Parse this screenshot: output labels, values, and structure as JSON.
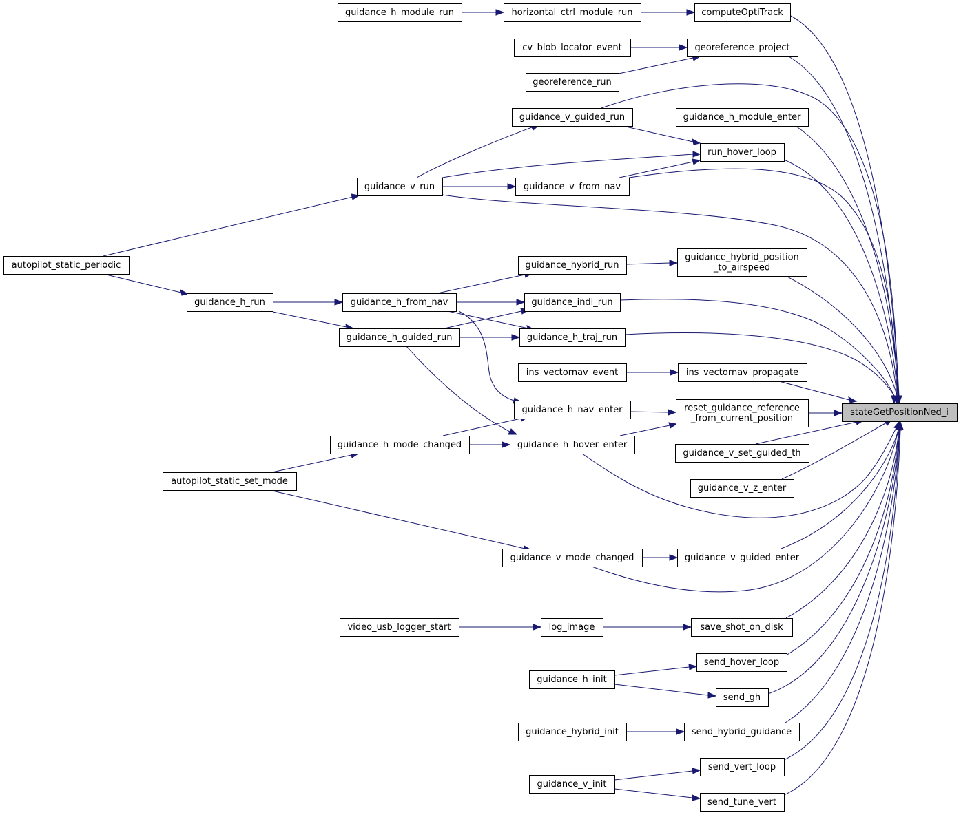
{
  "diagram": {
    "type": "call-graph",
    "target": "stateGetPositionNed_i",
    "colors": {
      "edge": "#191970",
      "node_border": "#000000",
      "node_fill": "#ffffff",
      "target_fill": "#bfbfbf"
    },
    "nodes": [
      {
        "id": "n0",
        "lines": [
          "stateGetPositionNed_i"
        ]
      },
      {
        "id": "n1",
        "lines": [
          "computeOptiTrack"
        ]
      },
      {
        "id": "n2",
        "lines": [
          "horizontal_ctrl_module_run"
        ]
      },
      {
        "id": "n3",
        "lines": [
          "guidance_h_module_run"
        ]
      },
      {
        "id": "n4",
        "lines": [
          "georeference_project"
        ]
      },
      {
        "id": "n5",
        "lines": [
          "cv_blob_locator_event"
        ]
      },
      {
        "id": "n6",
        "lines": [
          "georeference_run"
        ]
      },
      {
        "id": "n7",
        "lines": [
          "guidance_v_guided_run"
        ]
      },
      {
        "id": "n8",
        "lines": [
          "guidance_v_run"
        ]
      },
      {
        "id": "n9",
        "lines": [
          "autopilot_static_periodic"
        ]
      },
      {
        "id": "n10",
        "lines": [
          "guidance_h_module_enter"
        ]
      },
      {
        "id": "n11",
        "lines": [
          "run_hover_loop"
        ]
      },
      {
        "id": "n12",
        "lines": [
          "guidance_v_from_nav"
        ]
      },
      {
        "id": "n13",
        "lines": [
          "guidance_hybrid_position",
          "_to_airspeed"
        ]
      },
      {
        "id": "n14",
        "lines": [
          "guidance_hybrid_run"
        ]
      },
      {
        "id": "n15",
        "lines": [
          "guidance_h_from_nav"
        ]
      },
      {
        "id": "n16",
        "lines": [
          "guidance_h_run"
        ]
      },
      {
        "id": "n17",
        "lines": [
          "guidance_indi_run"
        ]
      },
      {
        "id": "n18",
        "lines": [
          "guidance_h_guided_run"
        ]
      },
      {
        "id": "n19",
        "lines": [
          "guidance_h_traj_run"
        ]
      },
      {
        "id": "n20",
        "lines": [
          "ins_vectornav_propagate"
        ]
      },
      {
        "id": "n21",
        "lines": [
          "ins_vectornav_event"
        ]
      },
      {
        "id": "n22",
        "lines": [
          "reset_guidance_reference",
          "_from_current_position"
        ]
      },
      {
        "id": "n23",
        "lines": [
          "guidance_h_nav_enter"
        ]
      },
      {
        "id": "n24",
        "lines": [
          "guidance_h_mode_changed"
        ]
      },
      {
        "id": "n25",
        "lines": [
          "autopilot_static_set_mode"
        ]
      },
      {
        "id": "n26",
        "lines": [
          "guidance_h_hover_enter"
        ]
      },
      {
        "id": "n27",
        "lines": [
          "guidance_v_set_guided_th"
        ]
      },
      {
        "id": "n28",
        "lines": [
          "guidance_v_z_enter"
        ]
      },
      {
        "id": "n29",
        "lines": [
          "guidance_v_guided_enter"
        ]
      },
      {
        "id": "n30",
        "lines": [
          "guidance_v_mode_changed"
        ]
      },
      {
        "id": "n31",
        "lines": [
          "save_shot_on_disk"
        ]
      },
      {
        "id": "n32",
        "lines": [
          "log_image"
        ]
      },
      {
        "id": "n33",
        "lines": [
          "video_usb_logger_start"
        ]
      },
      {
        "id": "n34",
        "lines": [
          "send_hover_loop"
        ]
      },
      {
        "id": "n35",
        "lines": [
          "guidance_h_init"
        ]
      },
      {
        "id": "n36",
        "lines": [
          "send_gh"
        ]
      },
      {
        "id": "n37",
        "lines": [
          "send_hybrid_guidance"
        ]
      },
      {
        "id": "n38",
        "lines": [
          "guidance_hybrid_init"
        ]
      },
      {
        "id": "n39",
        "lines": [
          "send_vert_loop"
        ]
      },
      {
        "id": "n40",
        "lines": [
          "guidance_v_init"
        ]
      },
      {
        "id": "n41",
        "lines": [
          "send_tune_vert"
        ]
      }
    ],
    "edges": [
      {
        "from": "n1",
        "to": "n0"
      },
      {
        "from": "n2",
        "to": "n1"
      },
      {
        "from": "n3",
        "to": "n2"
      },
      {
        "from": "n4",
        "to": "n0"
      },
      {
        "from": "n5",
        "to": "n4"
      },
      {
        "from": "n6",
        "to": "n4"
      },
      {
        "from": "n7",
        "to": "n0"
      },
      {
        "from": "n7",
        "to": "n11"
      },
      {
        "from": "n8",
        "to": "n7"
      },
      {
        "from": "n9",
        "to": "n8"
      },
      {
        "from": "n8",
        "to": "n11"
      },
      {
        "from": "n8",
        "to": "n12"
      },
      {
        "from": "n8",
        "to": "n0"
      },
      {
        "from": "n10",
        "to": "n0"
      },
      {
        "from": "n11",
        "to": "n0"
      },
      {
        "from": "n12",
        "to": "n11"
      },
      {
        "from": "n12",
        "to": "n0"
      },
      {
        "from": "n13",
        "to": "n0"
      },
      {
        "from": "n14",
        "to": "n13"
      },
      {
        "from": "n15",
        "to": "n14"
      },
      {
        "from": "n15",
        "to": "n17"
      },
      {
        "from": "n15",
        "to": "n19"
      },
      {
        "from": "n16",
        "to": "n15"
      },
      {
        "from": "n16",
        "to": "n18"
      },
      {
        "from": "n9",
        "to": "n16"
      },
      {
        "from": "n17",
        "to": "n0"
      },
      {
        "from": "n18",
        "to": "n17"
      },
      {
        "from": "n18",
        "to": "n19"
      },
      {
        "from": "n19",
        "to": "n0"
      },
      {
        "from": "n20",
        "to": "n0"
      },
      {
        "from": "n21",
        "to": "n20"
      },
      {
        "from": "n22",
        "to": "n0"
      },
      {
        "from": "n23",
        "to": "n22"
      },
      {
        "from": "n15",
        "to": "n23"
      },
      {
        "from": "n24",
        "to": "n23"
      },
      {
        "from": "n25",
        "to": "n24"
      },
      {
        "from": "n26",
        "to": "n22"
      },
      {
        "from": "n18",
        "to": "n26"
      },
      {
        "from": "n24",
        "to": "n26"
      },
      {
        "from": "n26",
        "to": "n0"
      },
      {
        "from": "n27",
        "to": "n0"
      },
      {
        "from": "n28",
        "to": "n0"
      },
      {
        "from": "n29",
        "to": "n0"
      },
      {
        "from": "n30",
        "to": "n29"
      },
      {
        "from": "n25",
        "to": "n30"
      },
      {
        "from": "n30",
        "to": "n0"
      },
      {
        "from": "n31",
        "to": "n0"
      },
      {
        "from": "n32",
        "to": "n31"
      },
      {
        "from": "n33",
        "to": "n32"
      },
      {
        "from": "n34",
        "to": "n0"
      },
      {
        "from": "n35",
        "to": "n34"
      },
      {
        "from": "n35",
        "to": "n36"
      },
      {
        "from": "n36",
        "to": "n0"
      },
      {
        "from": "n37",
        "to": "n0"
      },
      {
        "from": "n38",
        "to": "n37"
      },
      {
        "from": "n39",
        "to": "n0"
      },
      {
        "from": "n40",
        "to": "n39"
      },
      {
        "from": "n40",
        "to": "n41"
      },
      {
        "from": "n41",
        "to": "n0"
      }
    ]
  }
}
